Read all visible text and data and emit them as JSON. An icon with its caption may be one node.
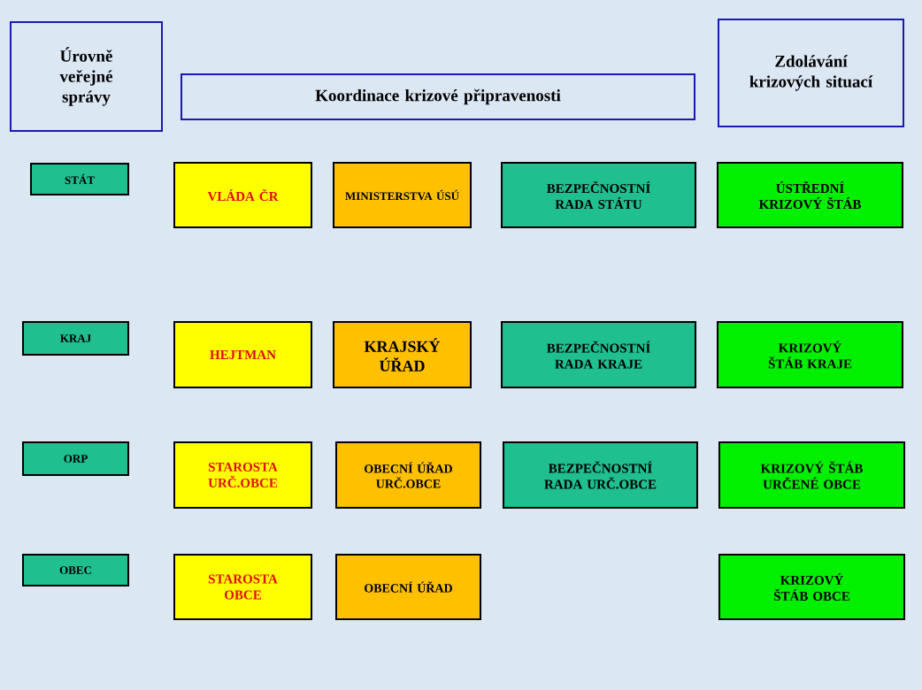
{
  "diagram": {
    "nodes": [
      {
        "text": [
          "Úrovně veřejné správy"
        ]
      },
      {
        "text": [
          "Koordinace krizové připravenosti"
        ]
      },
      {
        "text": [
          "Zdolávání krizových situací"
        ]
      },
      {
        "text": [
          "STÁT"
        ]
      },
      {
        "text": [
          "VLÁDA ČR"
        ]
      },
      {
        "text": [
          "MINISTERSTVA ÚSÚ"
        ]
      },
      {
        "text": [
          "BEZPEČNOSTNÍ RADA STÁTU"
        ]
      },
      {
        "text": [
          "ÚSTŘEDNÍ KRIZOVÝ ŠTÁB"
        ]
      },
      {
        "text": [
          "KRAJ"
        ]
      },
      {
        "text": [
          "HEJTMAN"
        ]
      },
      {
        "text": [
          "KRAJSKÝ ÚŘAD"
        ]
      },
      {
        "text": [
          "BEZPEČNOSTNÍ RADA KRAJE"
        ]
      },
      {
        "text": [
          "KRIZOVÝ ŠTÁB KRAJE"
        ]
      },
      {
        "text": [
          "ORP"
        ]
      },
      {
        "text": [
          "STAROSTA URČ.OBCE"
        ]
      },
      {
        "text": [
          "OBECNÍ ÚŘAD URČ.OBCE"
        ]
      },
      {
        "text": [
          "BEZPEČNOSTNÍ RADA URČ.OBCE"
        ]
      },
      {
        "text": [
          "KRIZOVÝ ŠTÁB URČENÉ OBCE"
        ]
      },
      {
        "text": [
          "OBEC"
        ]
      },
      {
        "text": [
          "STAROSTA OBCE"
        ]
      },
      {
        "text": [
          "OBECNÍ ÚŘAD"
        ]
      },
      {
        "text": [
          "KRIZOVÝ ŠTÁB OBCE"
        ]
      }
    ]
  }
}
